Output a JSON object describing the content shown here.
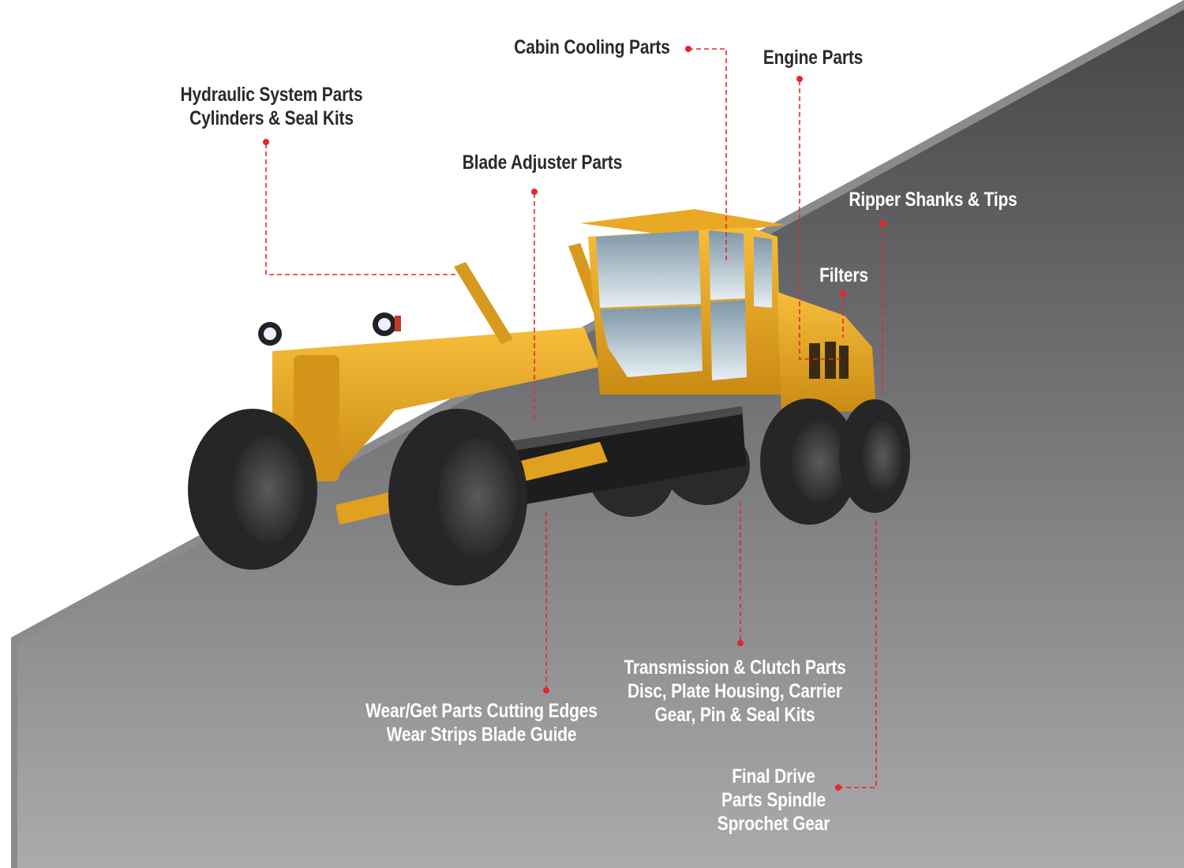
{
  "colors": {
    "leader": "#e5262b",
    "machine": "#e6a21c",
    "tire": "#2b2b2b",
    "ground_top": "#48484a",
    "ground_bottom": "#a9a9ab"
  },
  "labels": {
    "hydraulic": [
      "Hydraulic System Parts",
      "Cylinders & Seal Kits"
    ],
    "blade_adjuster": [
      "Blade Adjuster Parts"
    ],
    "cabin_cooling": [
      "Cabin Cooling Parts"
    ],
    "engine": [
      "Engine Parts"
    ],
    "ripper": [
      "Ripper Shanks & Tips"
    ],
    "filters": [
      "Filters"
    ],
    "transmission": [
      "Transmission & Clutch Parts",
      "Disc, Plate Housing, Carrier",
      "Gear, Pin & Seal Kits"
    ],
    "wear": [
      "Wear/Get Parts Cutting Edges",
      "Wear Strips Blade Guide"
    ],
    "final_drive": [
      "Final Drive",
      "Parts Spindle",
      "Sprochet Gear"
    ]
  }
}
